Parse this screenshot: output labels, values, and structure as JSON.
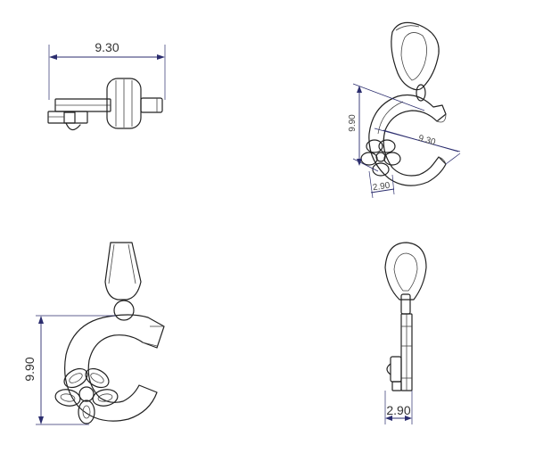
{
  "views": {
    "top": {
      "width_label": "9.30"
    },
    "iso": {
      "height_label": "9.90",
      "width_label": "9.30",
      "thickness_label": "2.90"
    },
    "front": {
      "height_label": "9.90"
    },
    "side": {
      "thickness_label": "2.90"
    }
  },
  "colors": {
    "outline": "#222222",
    "dimension": "#2b2d6e"
  }
}
